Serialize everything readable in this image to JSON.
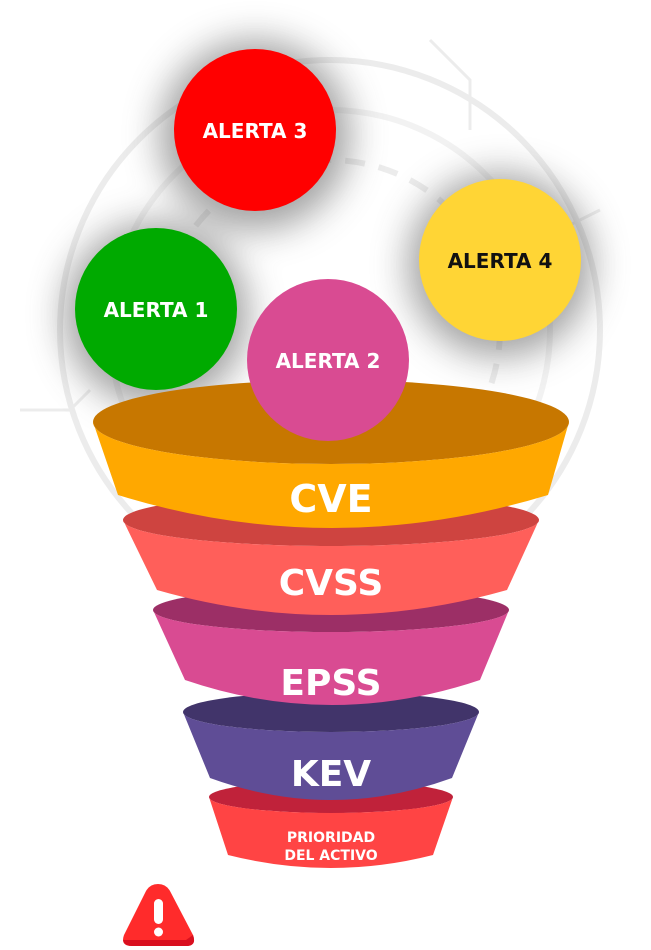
{
  "alerts": [
    {
      "label": "ALERTA 1",
      "color": "#00AA00",
      "text_color": "#FFFFFF"
    },
    {
      "label": "ALERTA 2",
      "color": "#D94B92",
      "text_color": "#FFFFFF"
    },
    {
      "label": "ALERTA 3",
      "color": "#FF0000",
      "text_color": "#FFFFFF"
    },
    {
      "label": "ALERTA 4",
      "color": "#FFD535",
      "text_color": "#111111"
    }
  ],
  "funnel": [
    {
      "label": "CVE",
      "top_color": "#C77700",
      "band_color": "#FFA800"
    },
    {
      "label": "CVSS",
      "top_color": "#CE4440",
      "band_color": "#FF5F5A"
    },
    {
      "label": "EPSS",
      "top_color": "#9C2F66",
      "band_color": "#D94B92"
    },
    {
      "label": "KEV",
      "top_color": "#41346A",
      "band_color": "#5F4D96"
    },
    {
      "label_line1": "PRIORIDAD",
      "label_line2": "DEL ACTIVO",
      "top_color": "#C0223A",
      "band_color": "#FF4444"
    }
  ],
  "warning_icon": {
    "name": "warning-icon",
    "color": "#FF2B2B"
  }
}
